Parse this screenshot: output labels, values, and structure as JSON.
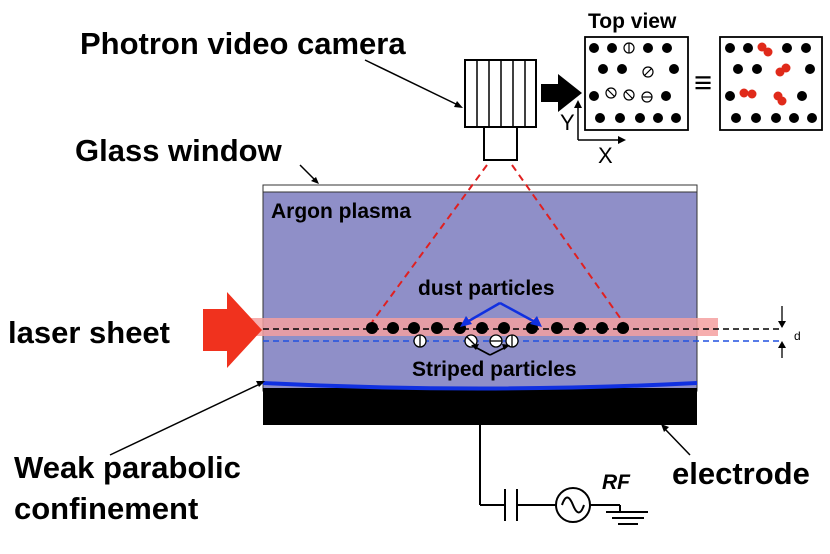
{
  "labels": {
    "camera": "Photron video camera",
    "top_view": "Top view",
    "glass_window": "Glass window",
    "argon_plasma": "Argon plasma",
    "dust_particles": "dust particles",
    "laser_sheet": "laser sheet",
    "striped_particles": "Striped particles",
    "weak_parabolic_1": "Weak parabolic",
    "weak_parabolic_2": "confinement",
    "electrode": "electrode",
    "rf": "RF",
    "axis_x": "X",
    "axis_y": "Y",
    "thickness": "d",
    "equivalence": "≡"
  },
  "colors": {
    "plasma": "#8f8fc8",
    "laser": "#f0321e",
    "laser_glow": "#f4a0a0",
    "electrode": "#000000",
    "confinement_curve": "#1030e0",
    "view_cone": "#e02020",
    "blue_level": "#2050e0",
    "red_particle": "#e02a1a"
  },
  "icons": [
    "camera-icon",
    "big-arrow-icon",
    "ac-source-icon",
    "capacitor-icon",
    "ground-icon"
  ]
}
